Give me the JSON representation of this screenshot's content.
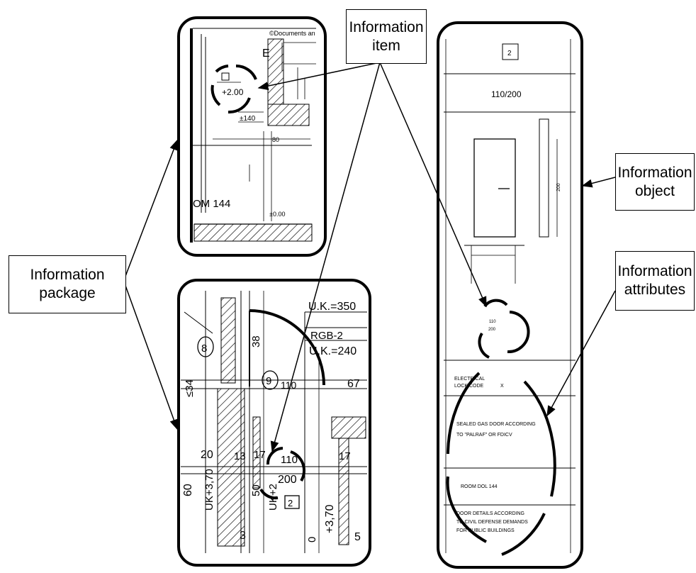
{
  "labels": {
    "information_package": "Information\npackage",
    "information_item": "Information\nitem",
    "information_object": "Information\nobject",
    "information_attributes": "Information\nattributes"
  },
  "panel_top_left": {
    "corner_text": "©Documents an",
    "item_value": "+2.00",
    "dim_a": "±140",
    "dim_b": "80",
    "dim_c": "±0.00",
    "room_label": "OM 144",
    "marker": "E"
  },
  "panel_bottom_left": {
    "uk_350": "U.K.=350",
    "rgb": "RGB-2",
    "uk_240": "U.K.=240",
    "circle_8": "8",
    "circle_9": "9",
    "d110": "110",
    "d67": "67",
    "d20": "20",
    "d13": "13",
    "d17": "17",
    "door_110": "110",
    "door_200": "200",
    "box_2": "2",
    "d17b": "17",
    "d50": "50",
    "d370": "+3,70",
    "uk_left": "UK+3,70",
    "uk_mid": "UK+2",
    "d60": "60",
    "v_label": "≤34",
    "d38": "38",
    "d0": "0",
    "d3": "3",
    "d5": "5"
  },
  "panel_right": {
    "box_2": "2",
    "size": "110/200",
    "height_dim": "200",
    "item_110": "110",
    "item_200": "200",
    "electrical": "ELECTRICAL\nLOCK/CODE",
    "electrical_val": "X",
    "sealed_1": "SEALED GAS DOOR ACCORDING",
    "sealed_2": "TO \"PALRAF\" OR FDICV",
    "room": "ROOM DOL 144",
    "door_1": "DOOR DETAILS ACCORDING",
    "door_2": "TO CIVIL DEFENSE DEMANDS",
    "door_3": "FOR PUBLIC BUILDINGS"
  }
}
